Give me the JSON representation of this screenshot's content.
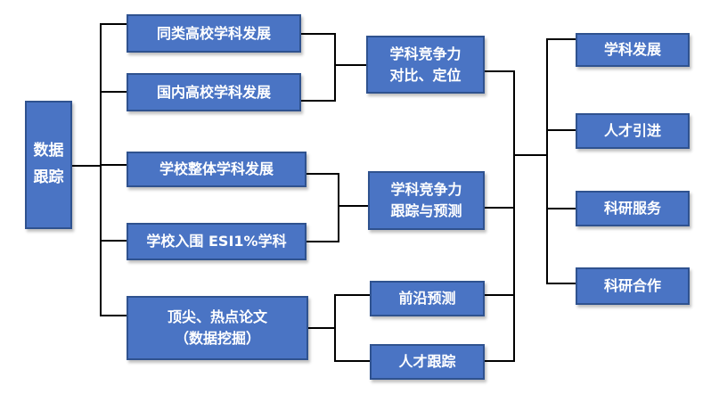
{
  "diagram": {
    "root": "数据\n跟踪",
    "sources": {
      "peer_discipline": "同类高校学科发展",
      "domestic_discipline": "国内高校学科发展",
      "school_overall": "学校整体学科发展",
      "school_esi": "学校入围 ESI1%学科",
      "top_papers": "顶尖、热点论文\n（数据挖掘）"
    },
    "analyses": {
      "compare_position": "学科竞争力\n对比、定位",
      "track_forecast": "学科竞争力\n跟踪与预测",
      "frontier_forecast": "前沿预测",
      "talent_tracking": "人才跟踪"
    },
    "outcomes": {
      "discipline_dev": "学科发展",
      "talent_recruit": "人才引进",
      "research_service": "科研服务",
      "research_coop": "科研合作"
    }
  },
  "colors": {
    "box_fill": "#4a74c4",
    "box_border": "#2f528f",
    "box_text": "#ffffff",
    "connector": "#000000"
  }
}
